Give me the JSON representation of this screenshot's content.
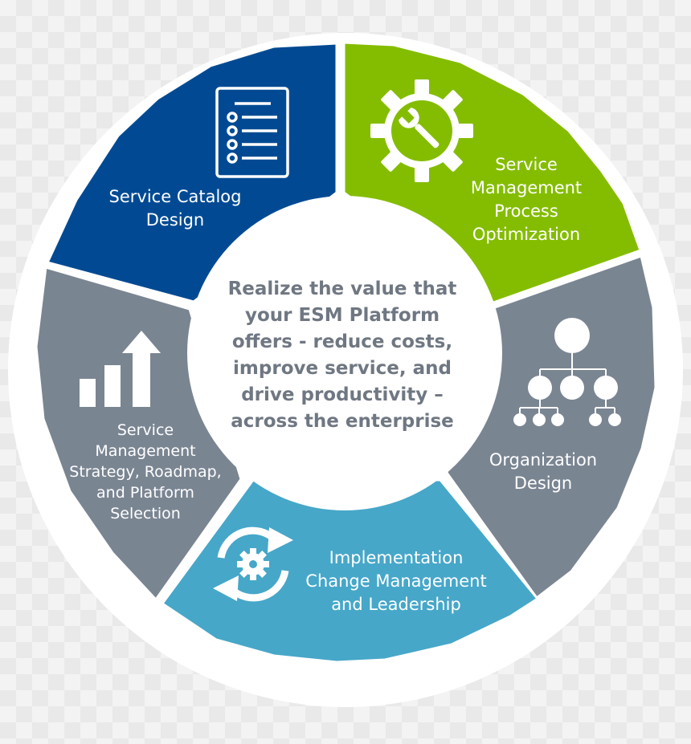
{
  "center": {
    "lines": [
      "Realize the value that",
      "your ESM Platform",
      "offers - reduce costs,",
      "improve service, and",
      "drive productivity –",
      "across the enterprise"
    ]
  },
  "segments": [
    {
      "id": "service-catalog-design",
      "label_lines": [
        "Service Catalog",
        "Design"
      ],
      "color": "#014a93",
      "icon": "checklist-icon"
    },
    {
      "id": "service-management-process-optimization",
      "label_lines": [
        "Service",
        "Management",
        "Process",
        "Optimization"
      ],
      "color": "#84bd00",
      "icon": "gear-wrench-icon"
    },
    {
      "id": "organization-design",
      "label_lines": [
        "Organization",
        "Design"
      ],
      "color": "#7a8592",
      "icon": "org-chart-icon"
    },
    {
      "id": "implementation-change-management",
      "label_lines": [
        "Implementation",
        "Change Management",
        "and Leadership"
      ],
      "color": "#46a7c9",
      "icon": "refresh-gear-icon"
    },
    {
      "id": "strategy-roadmap-platform-selection",
      "label_lines": [
        "Service",
        "Management",
        "Strategy, Roadmap,",
        "and Platform",
        "Selection"
      ],
      "color": "#7a8592",
      "icon": "growth-chart-icon"
    }
  ]
}
